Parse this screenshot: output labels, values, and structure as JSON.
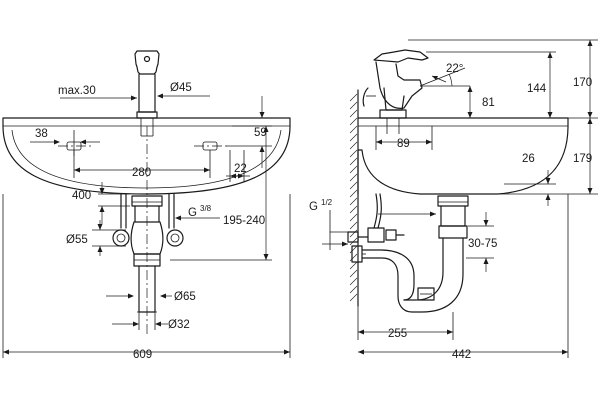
{
  "front_view": {
    "labels": {
      "max30": "max.30",
      "d45": "Ø45",
      "d38": "38",
      "d59": "59",
      "d280": "280",
      "d22": "22",
      "d400": "400",
      "g38_main": "G",
      "g38_frac": "3/8",
      "d195_240": "195-240",
      "d55": "Ø55",
      "d65": "Ø65",
      "d32": "Ø32",
      "d609": "609"
    }
  },
  "side_view": {
    "labels": {
      "angle22": "22°",
      "d144": "144",
      "d170": "170",
      "d81": "81",
      "d89": "89",
      "d179": "179",
      "d26": "26",
      "g12_main": "G",
      "g12_frac": "1/2",
      "d30_75": "30-75",
      "d255": "255",
      "d442": "442"
    }
  }
}
